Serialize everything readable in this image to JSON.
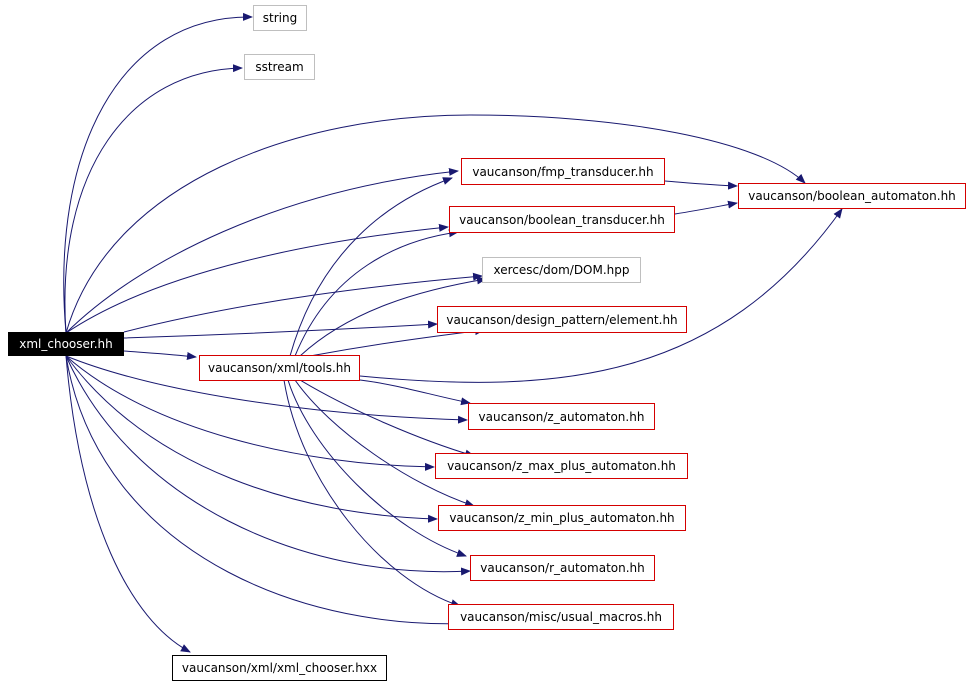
{
  "colors": {
    "edge": "#191970",
    "linked_border": "#d40000",
    "external_border": "#bfbfbf",
    "root_fill": "#000000",
    "root_text": "#ffffff"
  },
  "nodes": {
    "root": "xml_chooser.hh",
    "string": "string",
    "sstream": "sstream",
    "fmp_transducer": "vaucanson/fmp_transducer.hh",
    "boolean_automaton": "vaucanson/boolean_automaton.hh",
    "boolean_transducer": "vaucanson/boolean_transducer.hh",
    "dom": "xercesc/dom/DOM.hpp",
    "element": "vaucanson/design_pattern/element.hh",
    "tools": "vaucanson/xml/tools.hh",
    "z_automaton": "vaucanson/z_automaton.hh",
    "z_max_plus": "vaucanson/z_max_plus_automaton.hh",
    "z_min_plus": "vaucanson/z_min_plus_automaton.hh",
    "r_automaton": "vaucanson/r_automaton.hh",
    "usual_macros": "vaucanson/misc/usual_macros.hh",
    "xml_chooser_hxx": "vaucanson/xml/xml_chooser.hxx"
  }
}
